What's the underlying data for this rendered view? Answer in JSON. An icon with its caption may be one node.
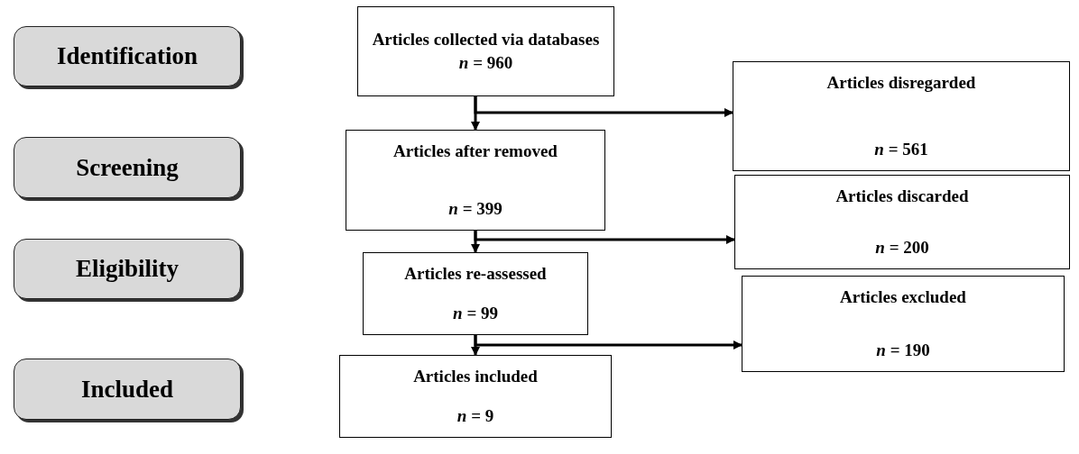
{
  "diagram": {
    "nodes": [
      {
        "text": [
          "Identification"
        ]
      },
      {
        "text": [
          "Screening"
        ]
      },
      {
        "text": [
          "Eligibility"
        ]
      },
      {
        "text": [
          "Included"
        ]
      },
      {
        "text": [
          "Articles collected via databases *n* = 960"
        ]
      },
      {
        "text": [
          "Articles after removed",
          "*n* = 399"
        ]
      },
      {
        "text": [
          "Articles re-assessed",
          "*n* = 99"
        ]
      },
      {
        "text": [
          "Articles included",
          "*n* = 9"
        ]
      },
      {
        "text": [
          "Articles disregarded",
          "*n* = 561"
        ]
      },
      {
        "text": [
          "Articles discarded",
          "*n* = 200"
        ]
      },
      {
        "text": [
          "Articles excluded",
          "*n* = 190"
        ]
      }
    ],
    "edges": [
      {
        "from": 4,
        "to": 5,
        "arrow": "to"
      },
      {
        "from": 4,
        "to": 8,
        "arrow": "to"
      },
      {
        "from": 5,
        "to": 6,
        "arrow": "to"
      },
      {
        "from": 5,
        "to": 9,
        "arrow": "to"
      },
      {
        "from": 6,
        "to": 7,
        "arrow": "to"
      },
      {
        "from": 6,
        "to": 10,
        "arrow": "to"
      }
    ]
  }
}
